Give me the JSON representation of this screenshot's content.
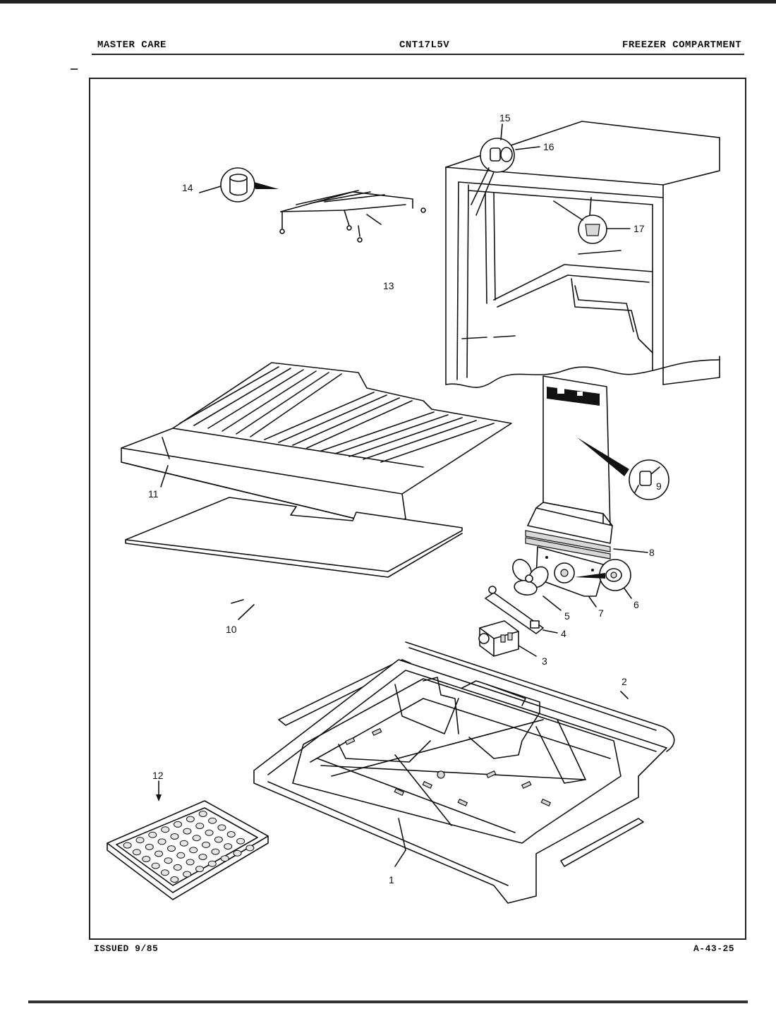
{
  "header": {
    "brand": "MASTER CARE",
    "model": "CNT17L5V",
    "section": "FREEZER COMPARTMENT"
  },
  "footer": {
    "issued": "ISSUED 9/85",
    "page_code": "A-43-25"
  },
  "callouts": [
    {
      "id": "1",
      "label": "1"
    },
    {
      "id": "2",
      "label": "2"
    },
    {
      "id": "3",
      "label": "3"
    },
    {
      "id": "4",
      "label": "4"
    },
    {
      "id": "5",
      "label": "5"
    },
    {
      "id": "6",
      "label": "6"
    },
    {
      "id": "7",
      "label": "7"
    },
    {
      "id": "8",
      "label": "8"
    },
    {
      "id": "9",
      "label": "9"
    },
    {
      "id": "10",
      "label": "10"
    },
    {
      "id": "11",
      "label": "11"
    },
    {
      "id": "12",
      "label": "12"
    },
    {
      "id": "13",
      "label": "13"
    },
    {
      "id": "14",
      "label": "14"
    },
    {
      "id": "15",
      "label": "15"
    },
    {
      "id": "16",
      "label": "16"
    },
    {
      "id": "17",
      "label": "17"
    }
  ]
}
